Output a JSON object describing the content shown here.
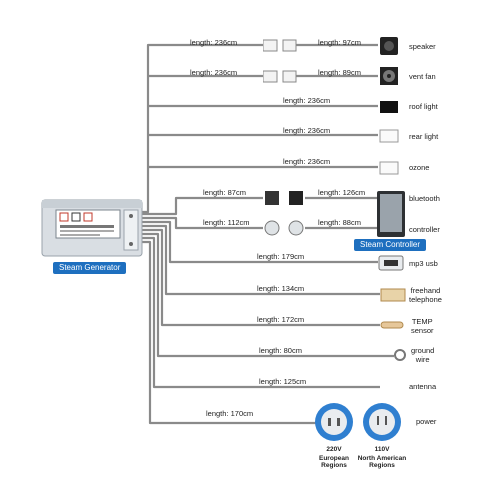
{
  "generator": {
    "tag": "Steam Generator",
    "panel_title": "STEAM BATH GENERATOR",
    "panel_subtitle": "Warning text"
  },
  "controller": {
    "tag": "Steam Controller"
  },
  "lines": [
    {
      "id": "speaker",
      "length_left": "length: 236cm",
      "length_right": "length: 97cm",
      "device": "speaker"
    },
    {
      "id": "vent-fan",
      "length_left": "length: 236cm",
      "length_right": "length: 89cm",
      "device": "vent fan"
    },
    {
      "id": "roof-light",
      "length_left": "length: 236cm",
      "device": "roof light"
    },
    {
      "id": "rear-light",
      "length_left": "length: 236cm",
      "device": "rear light"
    },
    {
      "id": "ozone",
      "length_left": "length: 236cm",
      "device": "ozone"
    },
    {
      "id": "bluetooth",
      "length_left": "length: 87cm",
      "length_right": "length: 126cm",
      "device": "bluetooth"
    },
    {
      "id": "controller",
      "length_left": "length: 112cm",
      "length_right": "length: 88cm",
      "device": "controller"
    },
    {
      "id": "mp3-usb",
      "length_left": "length: 179cm",
      "device": "mp3 usb"
    },
    {
      "id": "freehand-telephone",
      "length_left": "length: 134cm",
      "device": "freehand\ntelephone"
    },
    {
      "id": "temp-sensor",
      "length_left": "length: 172cm",
      "device": "TEMP\nsensor"
    },
    {
      "id": "ground-wire",
      "length_left": "length: 80cm",
      "device": "ground\nwire"
    },
    {
      "id": "antenna",
      "length_left": "length: 125cm",
      "device": "antenna"
    },
    {
      "id": "power",
      "length_left": "length: 170cm",
      "device": "power"
    }
  ],
  "plugs": [
    {
      "id": "eu",
      "voltage": "220V",
      "region": "European\nRegions"
    },
    {
      "id": "na",
      "voltage": "110V",
      "region": "North American\nRegions"
    }
  ],
  "colors": {
    "cable": "#8a8a8a",
    "tag_blue": "#1e6fbf",
    "generator_body": "#d9dee3",
    "plug_blue": "#2f7fd0"
  }
}
